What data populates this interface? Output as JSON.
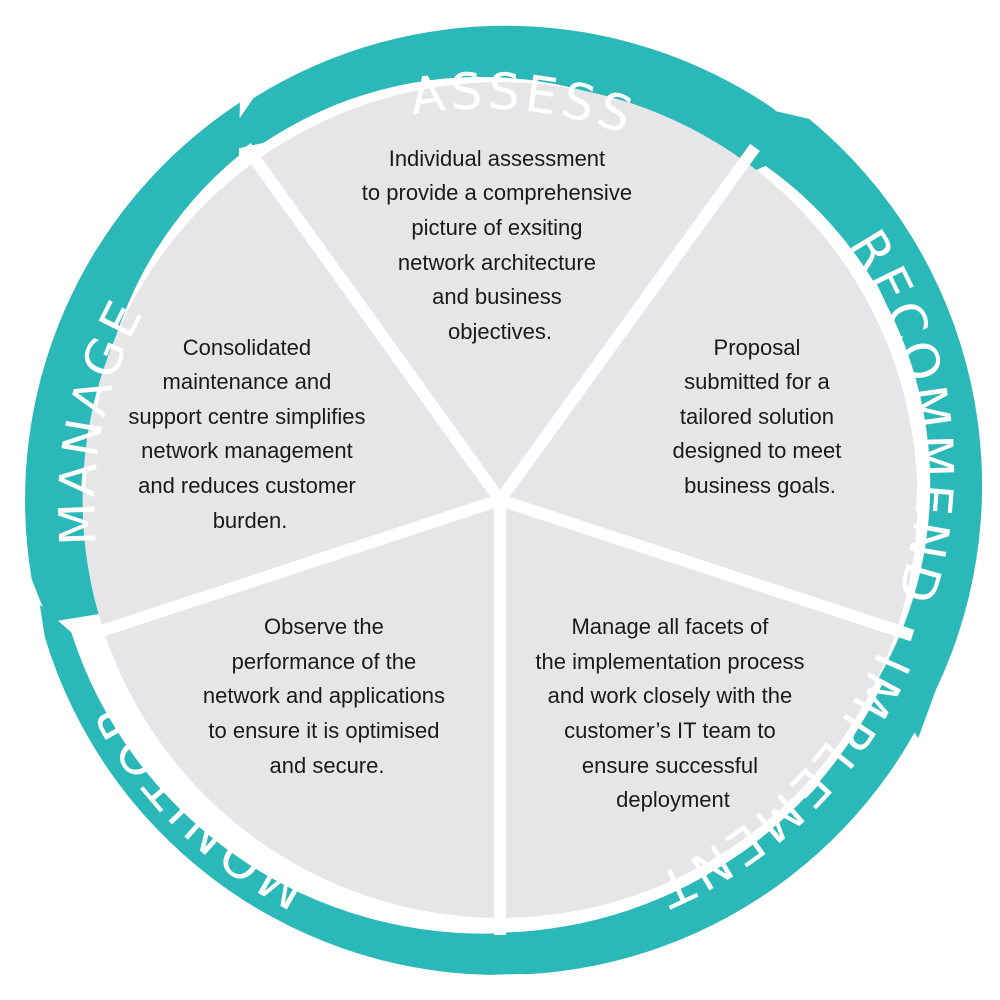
{
  "colors": {
    "ring": "#2bb8b8",
    "segment_fill": "#e6e6e8",
    "divider": "#ffffff",
    "label": "#ffffff",
    "text": "#1a1a1a"
  },
  "stages": [
    {
      "id": "assess",
      "label": "ASSESS",
      "text": [
        "Individual assessment",
        "to provide a comprehensive",
        "picture of exsiting",
        "network architecture",
        "and business",
        "objectives."
      ]
    },
    {
      "id": "recommend",
      "label": "RECOMMEND",
      "text": [
        "Proposal",
        "submitted for a",
        "tailored solution",
        "designed to meet",
        "business goals."
      ]
    },
    {
      "id": "implement",
      "label": "IMPLEMENT",
      "text": [
        "Manage all facets of",
        "the implementation process",
        "and work closely with the",
        "customer’s IT team to",
        "ensure successful",
        "deployment"
      ]
    },
    {
      "id": "monitor",
      "label": "MONITOR",
      "text": [
        "Observe the",
        "performance of the",
        "network and applications",
        "to ensure it is optimised",
        "and secure."
      ]
    },
    {
      "id": "manage",
      "label": "MANAGE",
      "text": [
        "Consolidated",
        "maintenance and",
        "support centre simplifies",
        "network management",
        "and reduces customer",
        "burden."
      ]
    }
  ]
}
